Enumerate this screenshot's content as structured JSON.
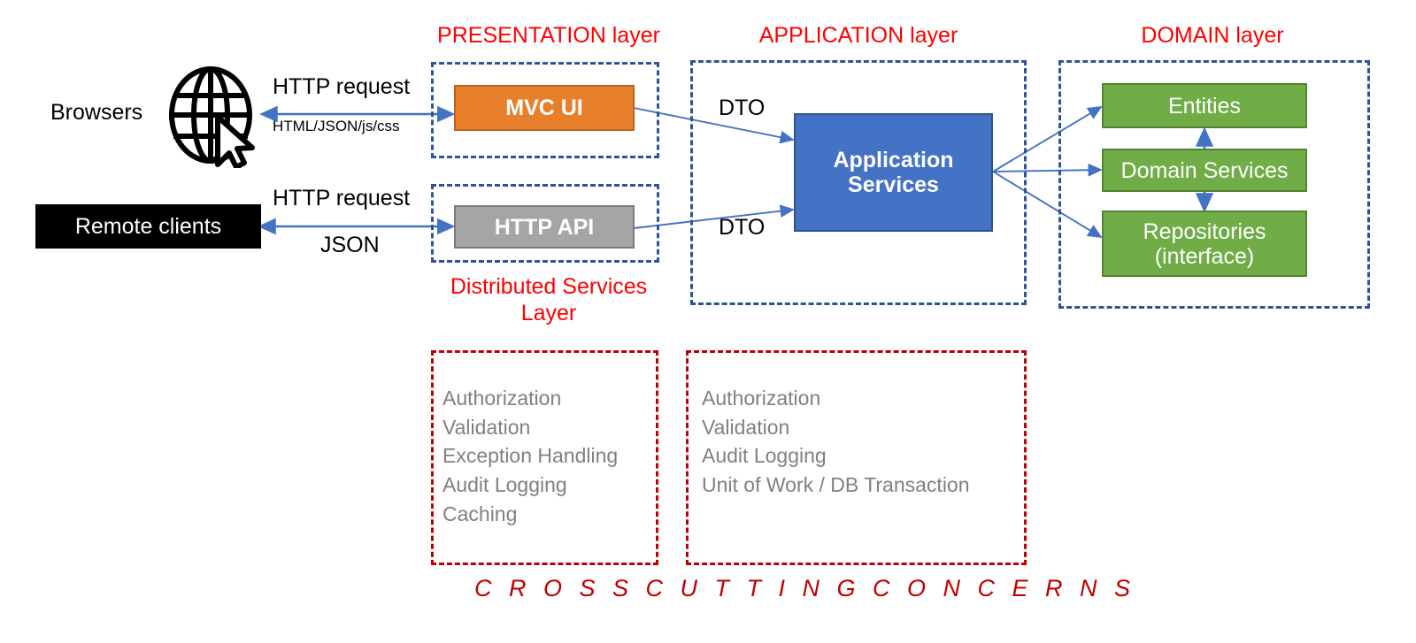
{
  "diagram": {
    "title_footer": "C R O S S   C U T T I N G   C O N C E R N S",
    "colors": {
      "layer_caption": "#FF0000",
      "layer_border": "#2E5496",
      "crosscut_border": "#C00000",
      "crosscut_text": "#808080",
      "presentation_block": "#E8802B",
      "api_block": "#A5A5A5",
      "application_block": "#4472C4",
      "domain_block": "#70AD47",
      "client_block": "#000000",
      "arrow": "#4472C4"
    }
  },
  "layers": {
    "presentation": {
      "caption": "PRESENTATION layer"
    },
    "application": {
      "caption": "APPLICATION layer"
    },
    "domain": {
      "caption": "DOMAIN layer"
    },
    "distributed_services": {
      "caption": "Distributed Services\nLayer"
    }
  },
  "clients": {
    "browsers_label": "Browsers",
    "globe_icon": "globe-with-cursor-icon",
    "remote_clients_label": "Remote clients"
  },
  "connections": {
    "browser_request": "HTTP request",
    "browser_response": "HTML/JSON/js/css",
    "remote_request": "HTTP request",
    "remote_response": "JSON",
    "mvc_to_app_dto": "DTO",
    "api_to_app_dto": "DTO"
  },
  "blocks": {
    "mvc_ui": "MVC UI",
    "http_api": "HTTP API",
    "application_services": "Application\nServices",
    "entities": "Entities",
    "domain_services": "Domain Services",
    "repositories": "Repositories\n(interface)"
  },
  "crosscutting": {
    "presentation_concerns": "Authorization\nValidation\nException Handling\nAudit Logging\nCaching",
    "application_concerns": "Authorization\nValidation\nAudit Logging\nUnit of Work / DB Transaction"
  }
}
